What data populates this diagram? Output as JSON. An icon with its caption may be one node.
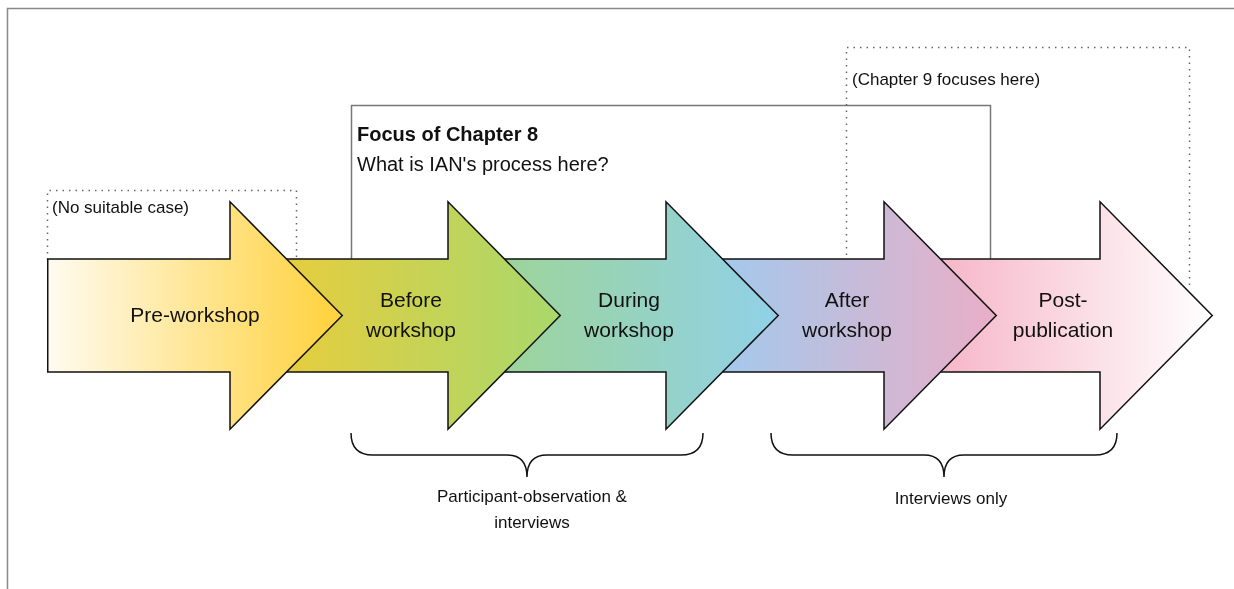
{
  "diagram": {
    "nodes": [
      {
        "text": [
          "(No suitable case)"
        ]
      },
      {
        "text": [
          "Focus of Chapter 8",
          "What is IAN's process here?"
        ]
      },
      {
        "text": [
          "(Chapter 9 focuses here)"
        ]
      },
      {
        "text": [
          "Pre-workshop"
        ]
      },
      {
        "text": [
          "Before workshop"
        ]
      },
      {
        "text": [
          "During workshop"
        ]
      },
      {
        "text": [
          "After workshop"
        ]
      },
      {
        "text": [
          "Post-publication"
        ]
      }
    ],
    "edges": [],
    "labels": [
      "Participant-observation & interviews",
      "Interviews only"
    ]
  }
}
